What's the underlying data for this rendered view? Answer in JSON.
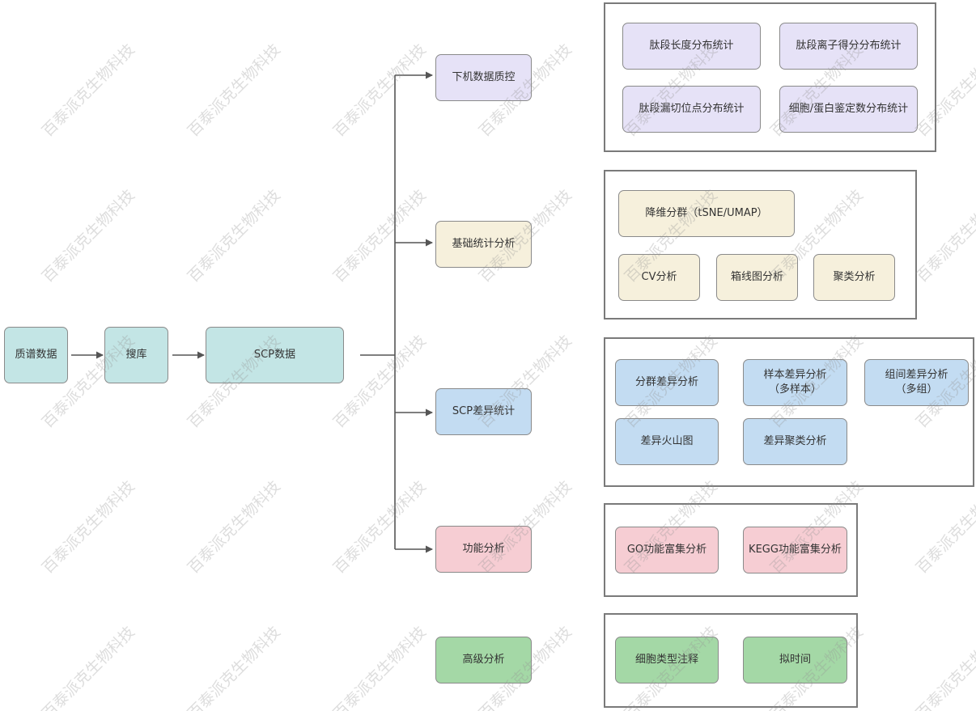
{
  "colors": {
    "teal": "#c3e5e5",
    "lavender": "#e6e2f7",
    "cream": "#f6f0dc",
    "blue": "#c3dcf2",
    "pink": "#f6cdd3",
    "green": "#a4d8a6",
    "line": "#555555"
  },
  "pipeline": {
    "mass_spec": "质谱数据",
    "search": "搜库",
    "scp": "SCP数据"
  },
  "branches": [
    {
      "label": "下机数据质控",
      "items": [
        "肽段长度分布统计",
        "肽段离子得分分布统计",
        "肽段漏切位点分布统计",
        "细胞/蛋白鉴定数分布统计"
      ]
    },
    {
      "label": "基础统计分析",
      "items": [
        "降维分群（tSNE/UMAP）",
        "CV分析",
        "箱线图分析",
        "聚类分析"
      ]
    },
    {
      "label": "SCP差异统计",
      "items": [
        "分群差异分析",
        "样本差异分析\n（多样本）",
        "组间差异分析\n（多组）",
        "差异火山图",
        "差异聚类分析"
      ]
    },
    {
      "label": "功能分析",
      "items": [
        "GO功能富集分析",
        "KEGG功能富集分析"
      ]
    },
    {
      "label": "高级分析",
      "items": [
        "细胞类型注释",
        "拟时间"
      ]
    }
  ],
  "watermark": "百泰派克生物科技"
}
